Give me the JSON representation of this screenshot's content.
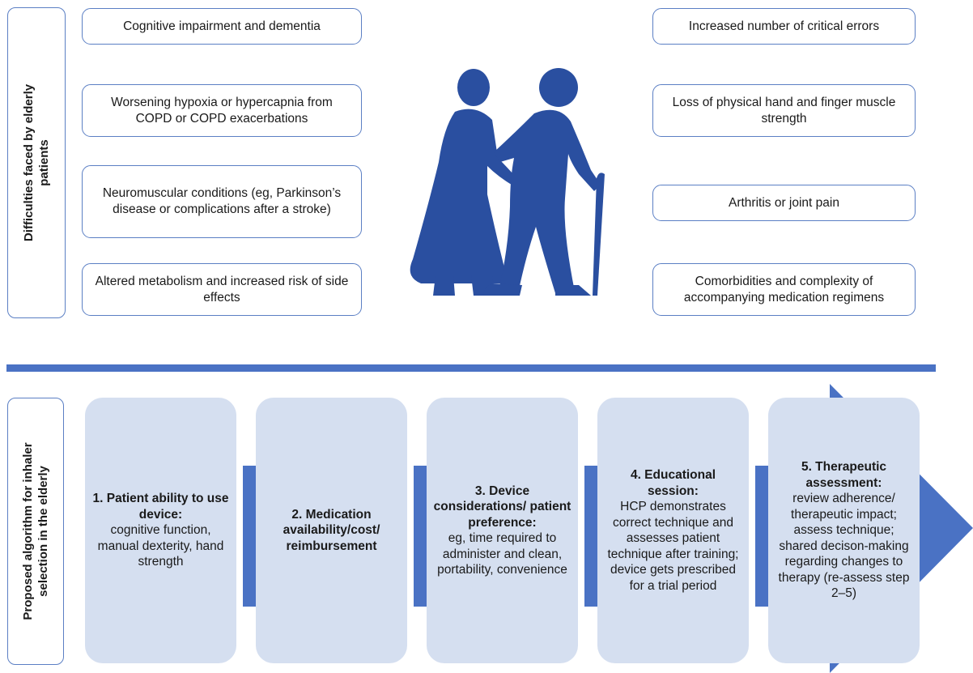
{
  "top_section": {
    "side_label": [
      "Difficulties faced by elderly",
      "patients"
    ],
    "left_difficulties": [
      "Cognitive impairment and dementia",
      "Worsening hypoxia or hypercapnia from COPD or COPD exacerbations",
      "Neuromuscular conditions (eg, Parkinson’s disease or complications after a stroke)",
      "Altered metabolism and increased risk of side effects"
    ],
    "right_difficulties": [
      "Increased number of critical errors",
      "Loss of physical hand and finger muscle strength",
      "Arthritis or joint pain",
      "Comorbidities and complexity of accompanying medication regimens"
    ],
    "illustration_icon": "elderly-couple-with-cane-icon"
  },
  "bottom_section": {
    "side_label": [
      "Proposed algorithm for inhaler",
      "selection in the elderly"
    ],
    "steps": [
      {
        "title": "1. Patient ability to use device:",
        "body": "cognitive function, manual dexterity, hand strength"
      },
      {
        "title": "2. Medication availability/cost/ reimbursement",
        "body": ""
      },
      {
        "title": "3. Device considerations/ patient preference:",
        "body": "eg, time required to administer and clean, portability, convenience"
      },
      {
        "title": "4. Educational session:",
        "body": "HCP demonstrates correct technique and assesses patient technique after training; device gets prescribed for a trial period"
      },
      {
        "title": "5. Therapeutic assessment:",
        "body": "review adherence/ therapeutic impact; assess technique; shared decison-making regarding changes to therapy (re-assess step 2–5)"
      }
    ],
    "arrow_icon": "right-arrow-icon"
  },
  "colors": {
    "accent": "#4a72c4",
    "figure": "#2a4fa0",
    "step_fill": "#d5dff0",
    "box_border": "#5b7fc4"
  }
}
